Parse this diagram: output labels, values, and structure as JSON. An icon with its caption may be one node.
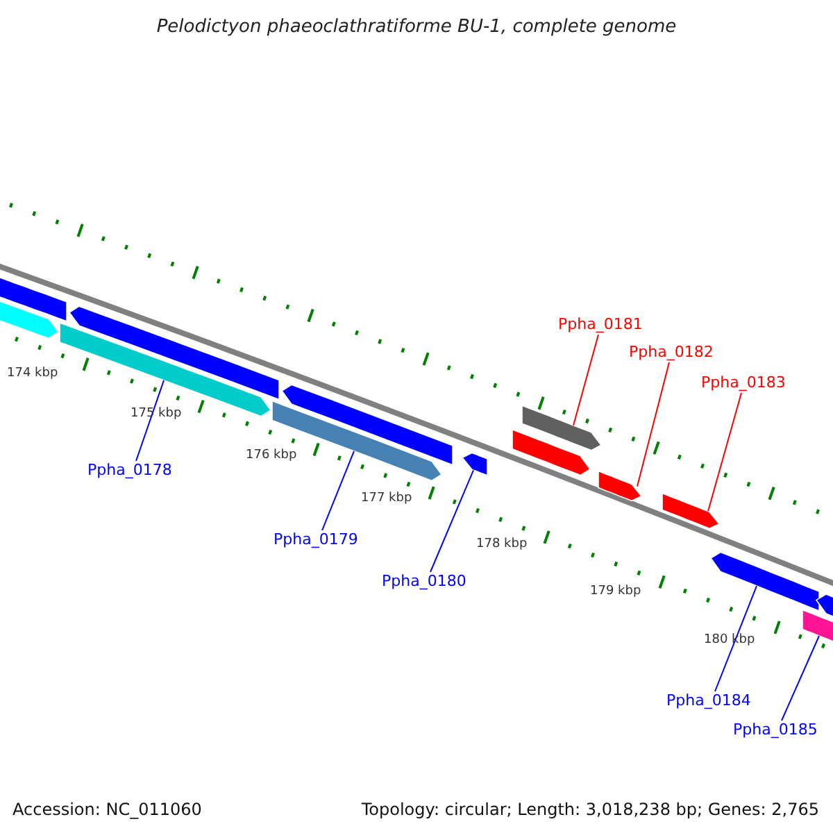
{
  "diagram": {
    "title": "Pelodictyon phaeoclathratiforme BU-1, complete genome",
    "nodes": [
      {
        "text": [
          "Ppha_0178"
        ]
      },
      {
        "text": [
          "Ppha_0179"
        ]
      },
      {
        "text": [
          "Ppha_0180"
        ]
      },
      {
        "text": [
          "Ppha_0181"
        ]
      },
      {
        "text": [
          "Ppha_0182"
        ]
      },
      {
        "text": [
          "Ppha_0183"
        ]
      },
      {
        "text": [
          "Ppha_0184"
        ]
      },
      {
        "text": [
          "Ppha_0185"
        ]
      },
      {
        "text": [],
        "shape": "bar"
      },
      {
        "text": [],
        "shape": "bar"
      },
      {
        "text": [],
        "shape": "bar"
      },
      {
        "text": [],
        "shape": "bar"
      },
      {
        "text": [],
        "shape": "bar"
      },
      {
        "text": [],
        "shape": "bar"
      },
      {
        "text": [],
        "shape": "bar"
      },
      {
        "text": [],
        "shape": "bar"
      },
      {
        "text": [],
        "shape": "bar"
      },
      {
        "text": [],
        "shape": "bar"
      },
      {
        "text": [],
        "shape": "bar"
      },
      {
        "text": [],
        "shape": "bar"
      },
      {
        "text": [],
        "shape": "bar"
      },
      {
        "text": [],
        "shape": "bar"
      }
    ],
    "edges": [
      {
        "from": 0,
        "to": 8,
        "arrow": "none"
      },
      {
        "from": 1,
        "to": 9,
        "arrow": "none"
      },
      {
        "from": 2,
        "to": 10,
        "arrow": "none"
      },
      {
        "from": 3,
        "to": 11,
        "arrow": "none",
        "color": "#ff0000"
      },
      {
        "from": 4,
        "to": 12,
        "arrow": "none",
        "color": "#ff0000"
      },
      {
        "from": 5,
        "to": 13,
        "arrow": "none",
        "color": "#ff0000"
      },
      {
        "from": 6,
        "to": 14,
        "arrow": "none"
      },
      {
        "from": 7,
        "to": 15,
        "arrow": "none"
      }
    ],
    "labels": [
      "174 kbp",
      "175 kbp",
      "176 kbp",
      "177 kbp",
      "178 kbp",
      "179 kbp",
      "180 kbp",
      "Accession: NC_011060",
      "Topology: circular; Length: 3,018,238 bp; Genes: 2,765"
    ]
  }
}
